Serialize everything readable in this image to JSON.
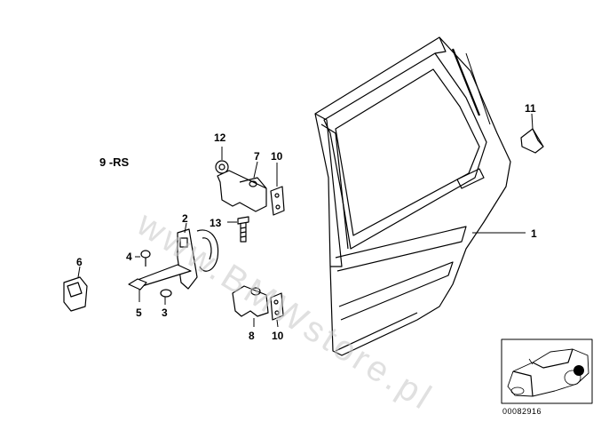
{
  "diagram": {
    "group_label": "9 -RS",
    "callouts": {
      "door": "1",
      "door_check": "2",
      "screw": "3",
      "bolt": "4",
      "clip": "5",
      "cover": "6",
      "upper_hinge": "7",
      "lower_hinge": "8",
      "door_shell_pad": "9 -RS",
      "shim_upper": "10",
      "shim_lower": "10",
      "plug": "11",
      "grommet": "12",
      "hinge_bolt": "13"
    },
    "watermark": "www.BMWstore.pl",
    "image_code": "00082916",
    "locator_icon": "car-locator-icon"
  }
}
